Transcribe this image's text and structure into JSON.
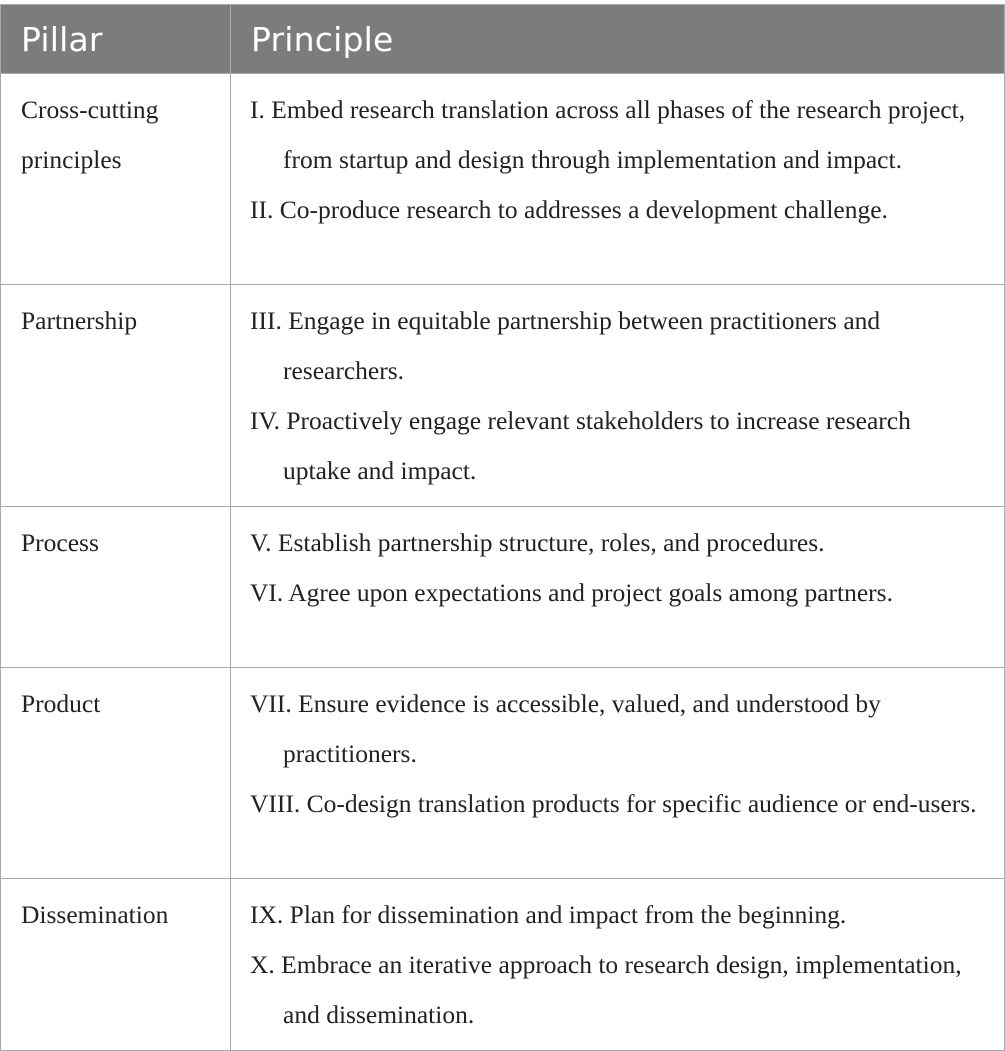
{
  "table": {
    "headers": {
      "pillar": "Pillar",
      "principle": "Principle"
    },
    "rows": [
      {
        "pillar": "Cross-cutting principles",
        "principles": [
          "I. Embed research translation across all phases of the research project, from startup and design through implementation and impact.",
          "II. Co-produce research to addresses a development challenge."
        ]
      },
      {
        "pillar": "Partnership",
        "principles": [
          "III. Engage in equitable partnership between practitioners and researchers.",
          "IV. Proactively engage relevant stakeholders to increase research uptake and impact."
        ]
      },
      {
        "pillar": "Process",
        "principles": [
          "V. Establish partnership structure, roles, and procedures.",
          "VI. Agree upon expectations and project goals among partners."
        ]
      },
      {
        "pillar": "Product",
        "principles": [
          "VII. Ensure evidence is accessible, valued, and understood by practitioners.",
          "VIII. Co-design translation products for specific audience or end-users."
        ]
      },
      {
        "pillar": "Dissemination",
        "principles": [
          "IX. Plan for dissemination and impact from the beginning.",
          "X. Embrace an iterative approach to research design, implementation, and dissemination."
        ]
      }
    ]
  },
  "colors": {
    "header_background": "#7b7c7b",
    "header_text": "#ffffff",
    "border": "#a8a8a8",
    "body_text": "#222222"
  }
}
